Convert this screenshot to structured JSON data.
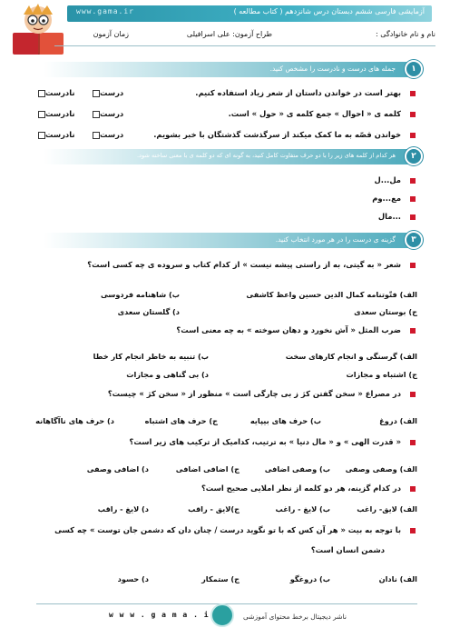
{
  "header": {
    "top_title": "آزمایشی فارسی ششم دبستان درس شانزدهم ( کتاب مطالعه )",
    "site_url": "www.gama.ir",
    "name_label": "نام و نام خانوادگی :",
    "designer_label": "طراح آزمون: علی اسرافیلی",
    "time_label": "زمان آزمون"
  },
  "section1": {
    "number": "۱",
    "title": "جمله های درست و نادرست را مشخص کنید.",
    "items": [
      {
        "text": "بهتر است در خواندن داستان از شعر زیاد استفاده کنیم.",
        "true_label": "درست",
        "false_label": "نادرست"
      },
      {
        "text": "کلمه ی « احوال » جمع کلمه ی « حول » است.",
        "true_label": "درست",
        "false_label": "نادرست"
      },
      {
        "text": "خواندن قصّه به ما کمک میکند از سرگذشت گذشتگان با خبر بشویم.",
        "true_label": "درست",
        "false_label": "نادرست"
      }
    ]
  },
  "section2": {
    "number": "۲",
    "title": "هر کدام از کلمه های زیر را با دو حرف متفاوت کامل کنید، به گونه ای که دو کلمه ی با معنی ساخته شود.",
    "items": [
      "مل...ل",
      "مع...وم",
      "...مال"
    ]
  },
  "section3": {
    "number": "۳",
    "title": "گزینه ی درست را در هر مورد انتخاب کنید.",
    "questions": [
      {
        "text": "شعر « به گیتی، به از راستی پیشه نیست » از کدام کتاب و سروده ی چه کسی است؟",
        "options": [
          "الف) فتّوتنامه کمال الدین حسین واعظ کاشفی",
          "ب) شاهنامه فردوسی",
          "ج) بوستان سعدی",
          "د) گلستان سعدی"
        ]
      },
      {
        "text": "ضرب المثل « آش نخورد و دهان سوخته » به چه معنی است؟",
        "options": [
          "الف) گرسنگی و انجام کارهای سخت",
          "ب) تنبیه به خاطر انجام کار خطا",
          "ج) اشتباه و مجازات",
          "د) بی گناهی و مجازات"
        ]
      },
      {
        "text": "در مصراع « سخن گفتن کژ ز بی چارگی است » منظور از « سخن کژ » چیست؟",
        "options": [
          "الف) دروغ",
          "ب) حرف های بیپایه",
          "ج) حرف های اشتباه",
          "د) حرف های ناآگاهانه"
        ]
      },
      {
        "text": "« قدرت الهی » و « مال دنیا » به ترتیب، کدامیک از ترکیب های زیر است؟",
        "options": [
          "الف) وصفی وصفی",
          "ب) وصفی اضافی",
          "ج) اضافی اضافی",
          "د) اضافی وصفی"
        ]
      },
      {
        "text": "در کدام گزینه، هر دو کلمه از نظر املایی صحیح است؟",
        "options": [
          "الف) لایق- راغب",
          "ب) لایغ - راغب",
          "ج)لایق - راقب",
          "د) لایغ - راقب"
        ]
      },
      {
        "text": "با توجه به بیت « هر آن کس که با تو نگوید درست / چنان دان که دشمن جان توست » چه کسی",
        "text2": "دشمن انسان است؟",
        "options": [
          "الف) نادان",
          "ب) دروغگو",
          "ج) ستمکار",
          "د) حسود"
        ]
      }
    ]
  },
  "footer": {
    "url": "w w w . g a m a . i r",
    "publisher": "ناشر دیجیتال برخط محتوای آموزشی"
  },
  "colors": {
    "accent": "#2d8fa6",
    "bullet": "#d0182c"
  }
}
